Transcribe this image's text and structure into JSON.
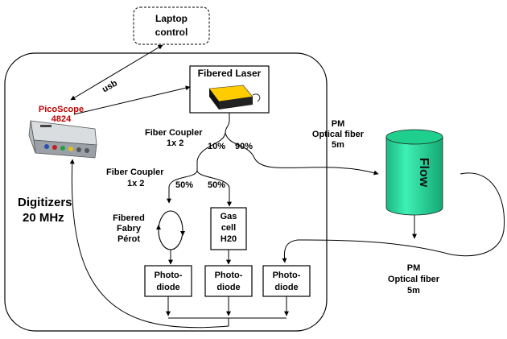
{
  "diagram": {
    "laptop": {
      "line1": "Laptop",
      "line2": "control"
    },
    "usb_label": "usb",
    "picoscope": {
      "line1": "PicoScope",
      "line2": "4824",
      "color": "#c00000"
    },
    "fibered_laser": "Fibered Laser",
    "fiber_coupler_top": {
      "line1": "Fiber Coupler",
      "line2": "1x 2",
      "pct_left": "10%",
      "pct_right": "90%"
    },
    "fiber_coupler_left": {
      "line1": "Fiber Coupler",
      "line2": "1x 2",
      "pct_left": "50%",
      "pct_right": "50%"
    },
    "digitizers": {
      "line1": "Digitizers",
      "line2": "20 MHz"
    },
    "fabry_perot": {
      "line1": "Fibered",
      "line2": "Fabry",
      "line3": "Pérot"
    },
    "gas_cell": {
      "line1": "Gas",
      "line2": "cell",
      "line3": "H20"
    },
    "photodiodes": [
      {
        "line1": "Photo-",
        "line2": "diode"
      },
      {
        "line1": "Photo-",
        "line2": "diode"
      },
      {
        "line1": "Photo-",
        "line2": "diode"
      }
    ],
    "pm_fiber_top": {
      "line1": "PM",
      "line2": "Optical fiber",
      "line3": "5m"
    },
    "pm_fiber_bottom": {
      "line1": "PM",
      "line2": "Optical fiber",
      "line3": "5m"
    },
    "flow": {
      "label": "Flow",
      "color": "#2ee8a8",
      "top_color": "#1fcf8e"
    }
  }
}
